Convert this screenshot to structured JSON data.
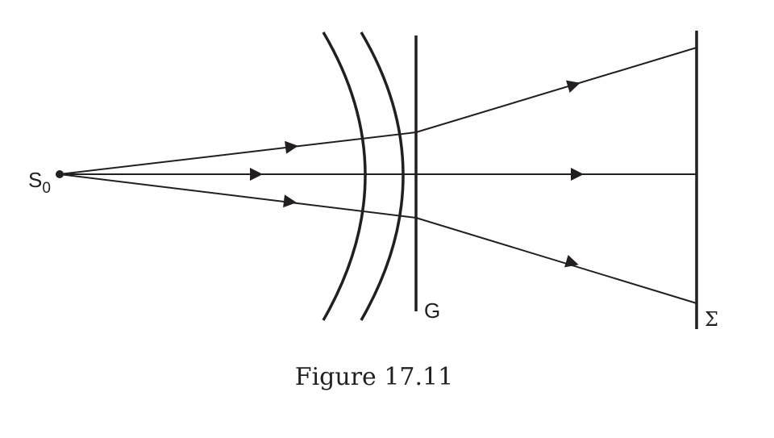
{
  "labels": {
    "source": "S",
    "source_subscript": "0",
    "grating": "G",
    "screen": "Σ"
  },
  "caption": "Figure 17.11",
  "colors": {
    "ink": "#231f20",
    "background": "#ffffff"
  }
}
